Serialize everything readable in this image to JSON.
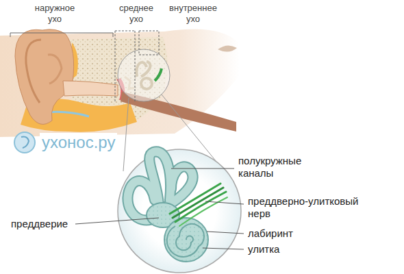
{
  "diagram": {
    "labels": [
      "наружное ухо",
      "среднее ухо",
      "внутреннее ухо",
      "ухонос.ру",
      "полукружные каналы",
      "преддверно-улитковый нерв",
      "преддверие",
      "лабиринт",
      "улитка"
    ]
  }
}
